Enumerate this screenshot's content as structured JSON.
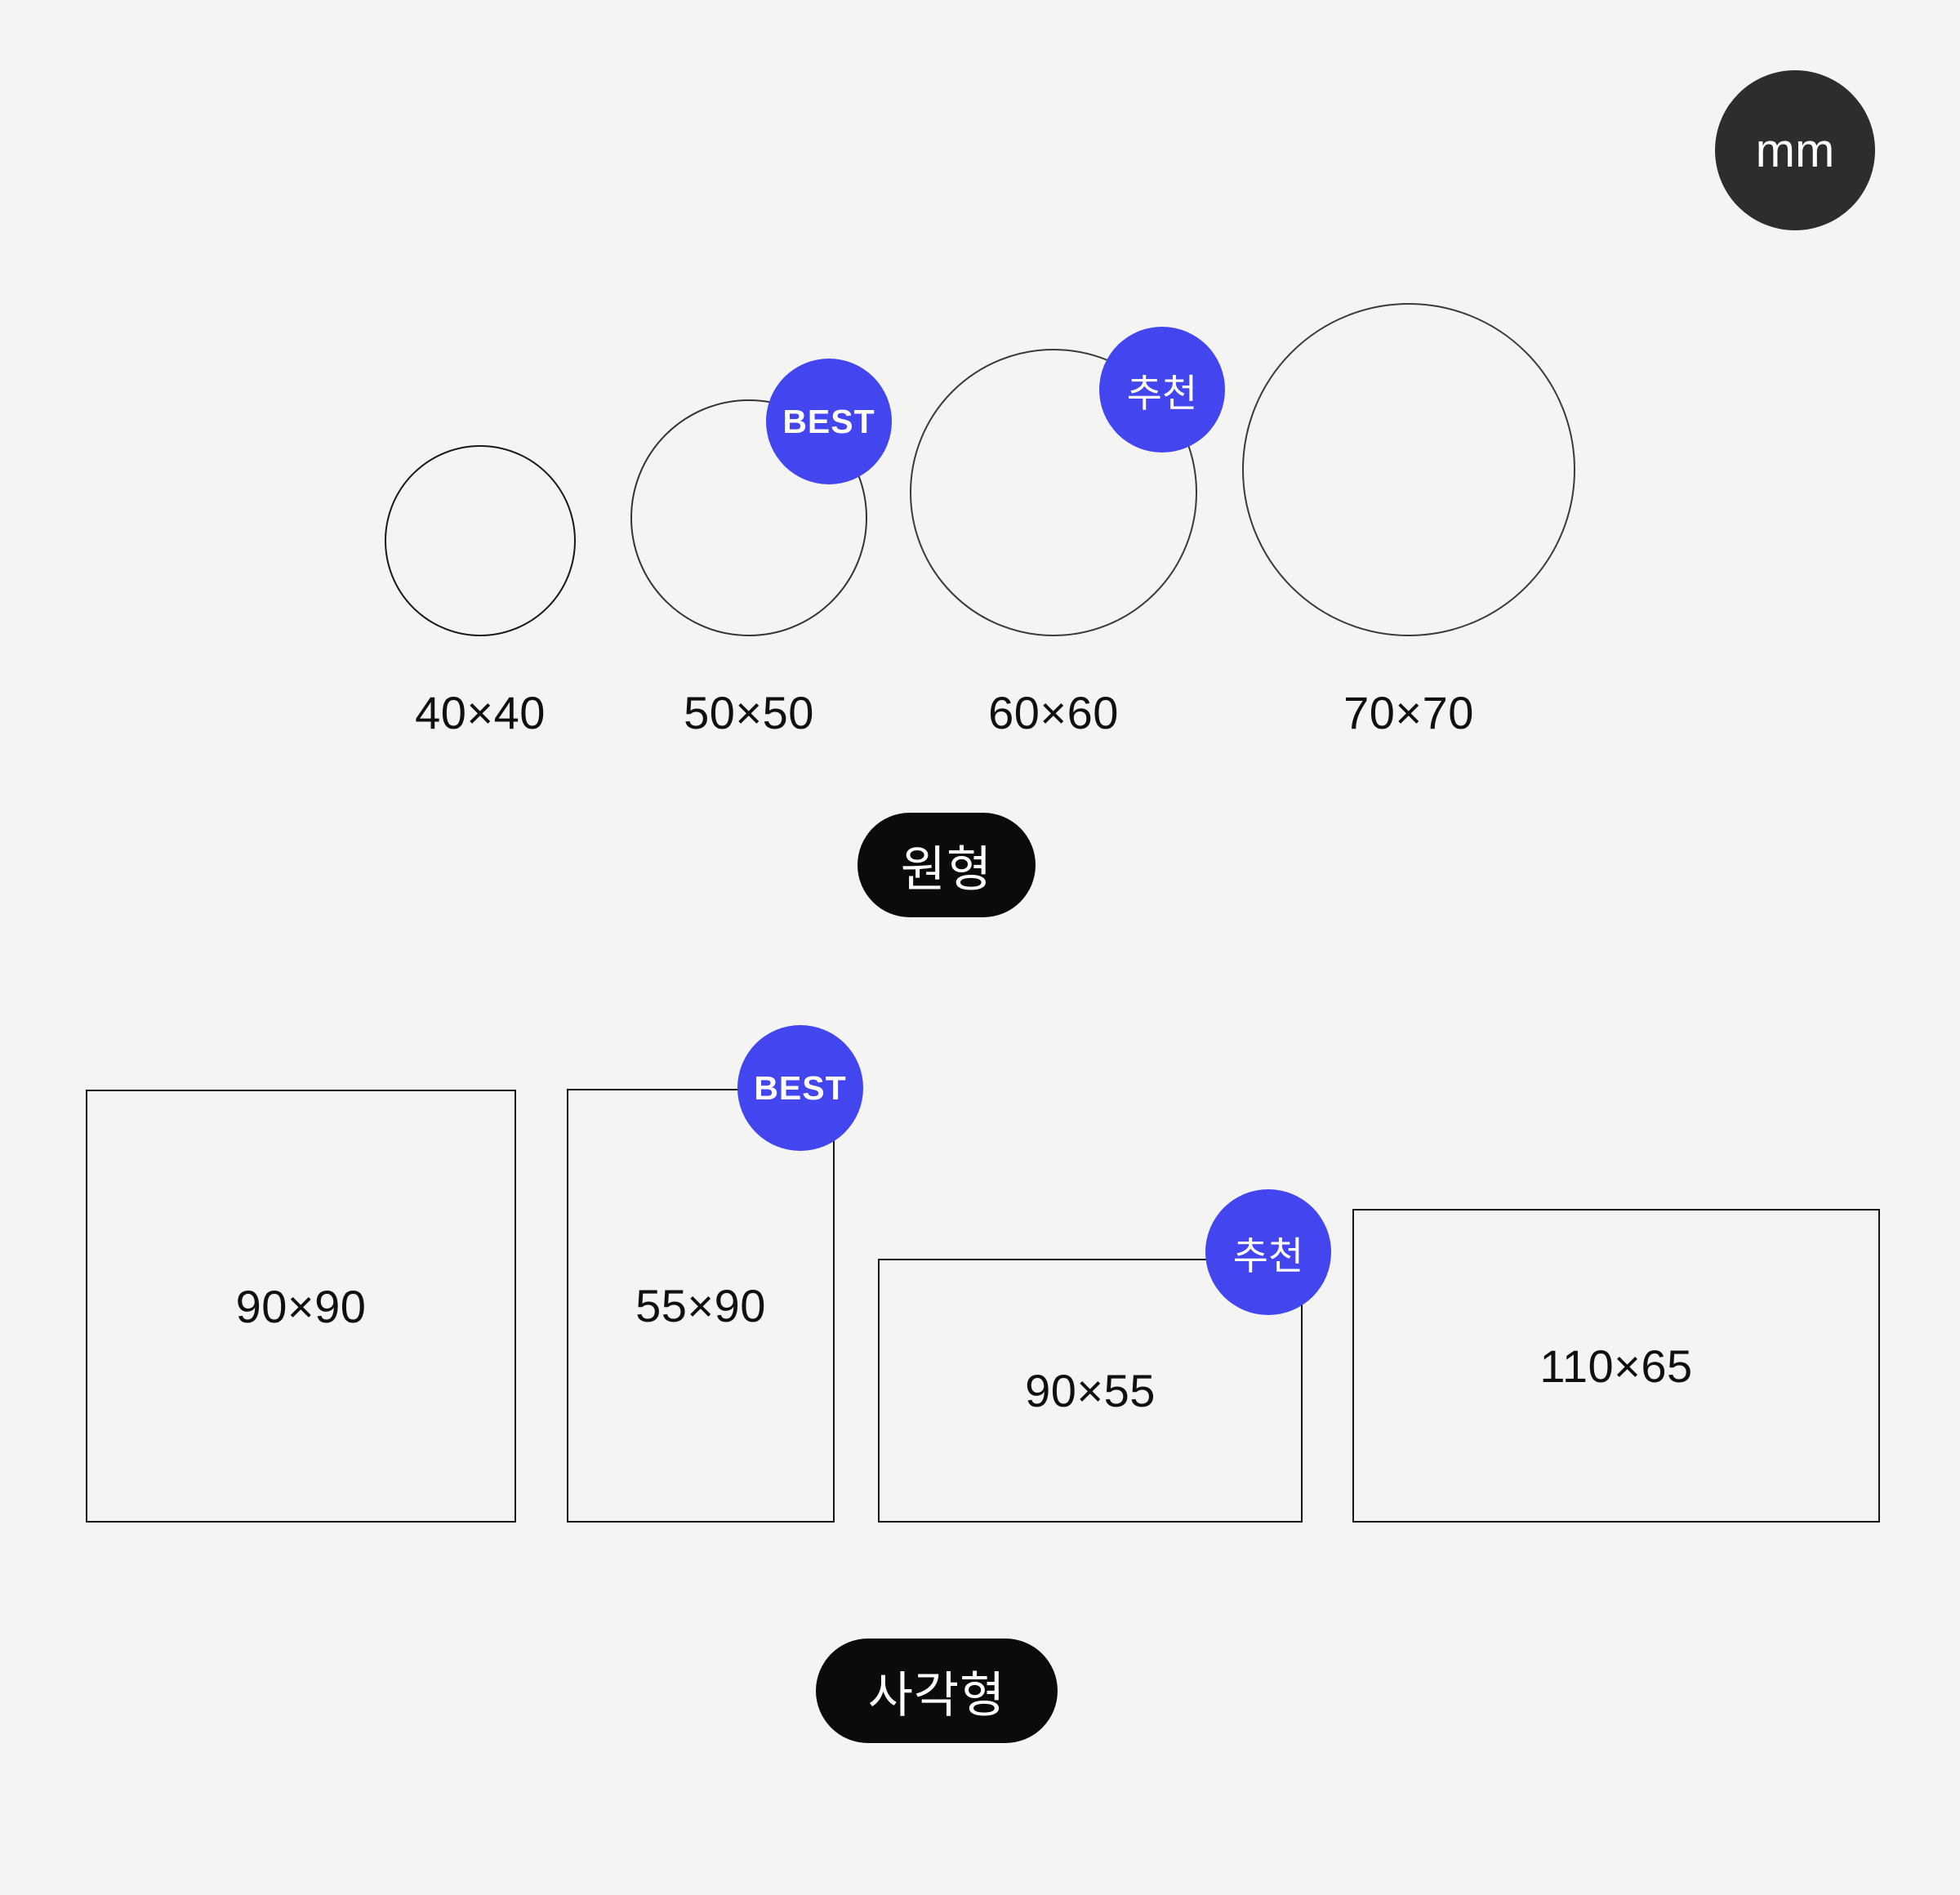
{
  "unit_badge": {
    "label": "mm"
  },
  "palette": {
    "background": "#f4f4f2",
    "accent_blue": "#4345ef",
    "dark_badge": "#2d2d2d",
    "black_pill": "#0b0b0b",
    "outline": "#2b2b2b",
    "text": "#101010"
  },
  "circle_section": {
    "group_label": "원형",
    "items": [
      {
        "size_label": "40×40",
        "width_mm": 40,
        "height_mm": 40,
        "badge": ""
      },
      {
        "size_label": "50×50",
        "width_mm": 50,
        "height_mm": 50,
        "badge": "BEST"
      },
      {
        "size_label": "60×60",
        "width_mm": 60,
        "height_mm": 60,
        "badge": "추천"
      },
      {
        "size_label": "70×70",
        "width_mm": 70,
        "height_mm": 70,
        "badge": ""
      }
    ]
  },
  "rect_section": {
    "group_label": "사각형",
    "items": [
      {
        "size_label": "90×90",
        "width_mm": 90,
        "height_mm": 90,
        "badge": ""
      },
      {
        "size_label": "55×90",
        "width_mm": 55,
        "height_mm": 90,
        "badge": "BEST"
      },
      {
        "size_label": "90×55",
        "width_mm": 90,
        "height_mm": 55,
        "badge": "추천"
      },
      {
        "size_label": "110×65",
        "width_mm": 110,
        "height_mm": 65,
        "badge": ""
      }
    ]
  }
}
